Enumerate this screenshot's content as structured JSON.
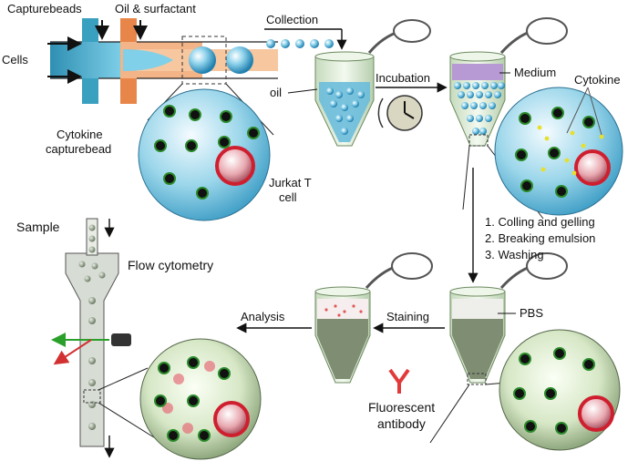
{
  "labels": {
    "capturebeads": "Capturebeads",
    "oil_surfactant": "Oil & surfactant",
    "cells": "Cells",
    "collection": "Collection",
    "oil": "oil",
    "incubation": "Incubation",
    "medium": "Medium",
    "cytokine": "Cytokine",
    "cytokine_capturebead_1": "Cytokine",
    "cytokine_capturebead_2": "capturebead",
    "jurkat_1": "Jurkat T",
    "jurkat_2": "cell",
    "step1": "1. Colling and gelling",
    "step2": "2. Breaking emulsion",
    "step3": "3. Washing",
    "sample": "Sample",
    "flow_cytometry": "Flow cytometry",
    "analysis": "Analysis",
    "staining": "Staining",
    "pbs": "PBS",
    "fluorescent_1": "Fluorescent",
    "fluorescent_2": "antibody"
  },
  "colors": {
    "cell_stream": "#3aa0c0",
    "oil_stream": "#e8864a",
    "bead": "#7cc8e6",
    "bead_dark": "#2a89b6",
    "medium": "#b79ad4",
    "cytokine": "#e6e02c",
    "antibody": "#e23a3a",
    "tube_glass": "#d9ead2"
  }
}
